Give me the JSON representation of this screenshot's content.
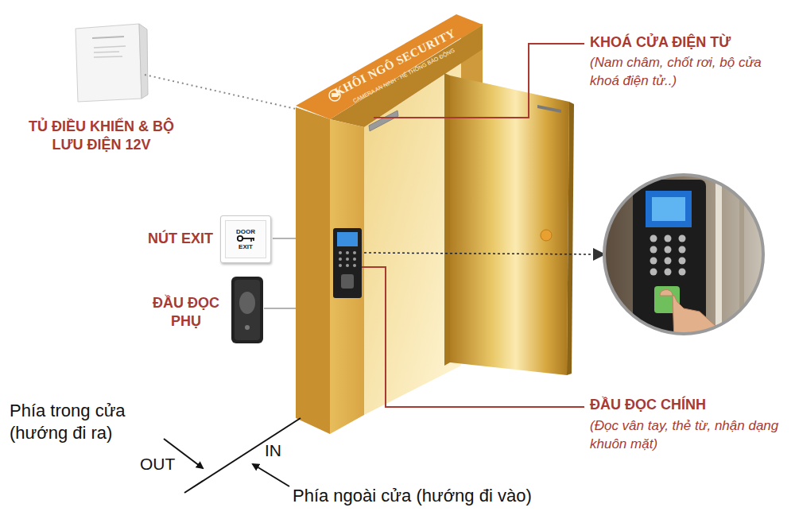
{
  "diagram": {
    "nodes": [
      {
        "text": [
          "DOOR",
          "EXIT"
        ]
      }
    ],
    "labels": [
      "TỦ ĐIỀU KHIỂN & BỘ LƯU ĐIỆN 12V",
      "KHÔI NGÔ SECURITY",
      "CAMERA AN NINH - HỆ THỐNG BÁO ĐỘNG",
      "KHOÁ CỬA ĐIỆN TỪ",
      "(Nam châm, chốt rơi, bộ cửa khoá điện tử..)",
      "NÚT EXIT",
      "ĐẦU ĐỌC PHỤ",
      "ĐẦU ĐỌC CHÍNH",
      "(Đọc vân tay, thẻ từ, nhận dạng khuôn mặt)",
      "Phía trong cửa (hướng đi ra)",
      "OUT",
      "IN",
      "Phía ngoài cửa (hướng đi vào)"
    ]
  }
}
